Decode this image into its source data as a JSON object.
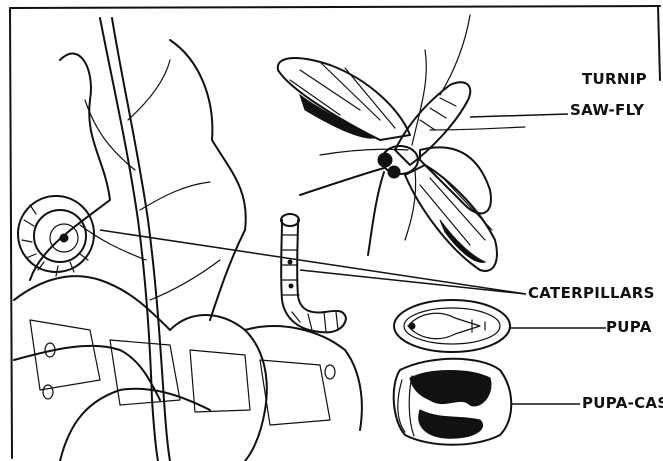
{
  "labels": {
    "turnip": "TURNIP",
    "sawfly": "SAW-FLY",
    "caterpillars": "CATERPILLARS",
    "pupa": "PUPA",
    "pupa_case": "PUPA-CASE"
  },
  "colors": {
    "ink": "#111111",
    "paper": "#ffffff"
  }
}
